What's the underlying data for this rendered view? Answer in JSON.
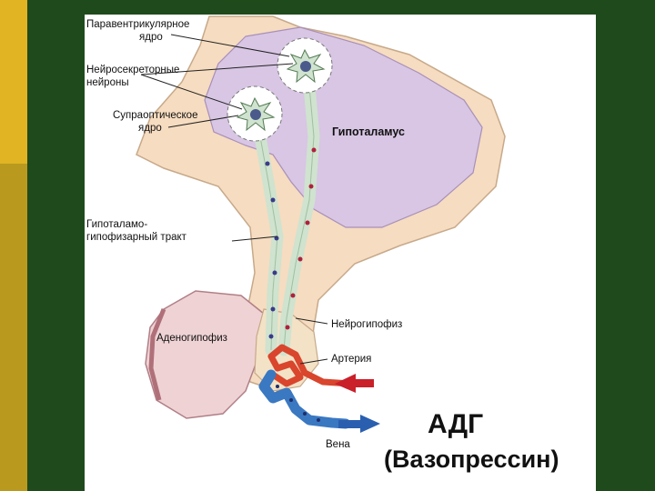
{
  "labels": {
    "paraventricular": [
      "Паравентрикулярное",
      "ядро"
    ],
    "neurosecretory": [
      "Нейросекреторные",
      "нейроны"
    ],
    "supraoptic": [
      "Супраоптическое",
      "ядро"
    ],
    "hypothalamus": "Гипоталамус",
    "tract": [
      "Гипоталамо-",
      "гипофизарный тракт"
    ],
    "neurohypophysis": "Нейрогипофиз",
    "adenohypophysis": "Аденогипофиз",
    "artery": "Артерия",
    "vein": "Вена"
  },
  "title": {
    "line1": "АДГ",
    "line2": "(Вазопрессин)"
  },
  "colors": {
    "hypothalamus": "#d8c6e4",
    "tissue": "#f6dcc0",
    "adenohypophysis": "#efd2d4",
    "axon": "#cfe3cf",
    "artery": "#d9452d",
    "vein": "#3a78c2"
  }
}
